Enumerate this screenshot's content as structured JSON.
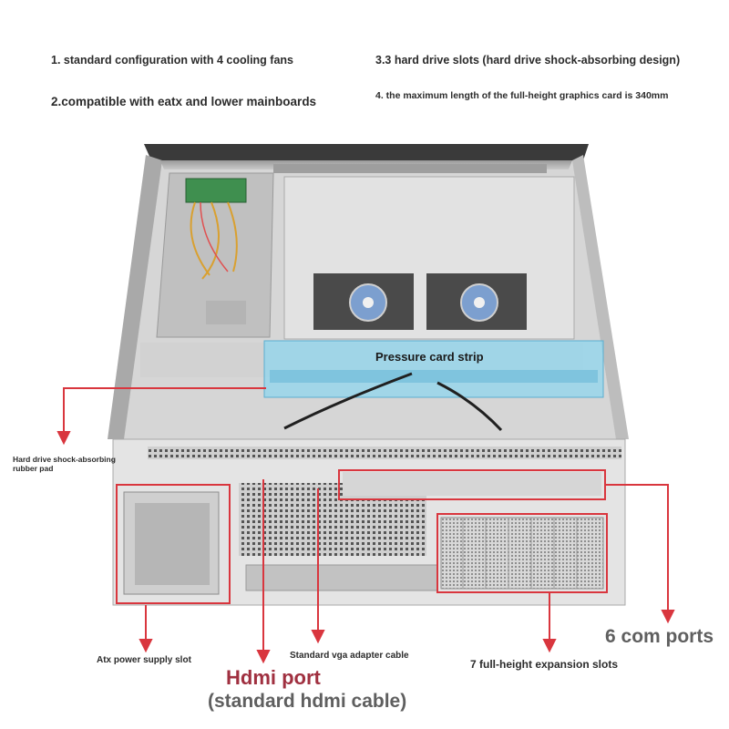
{
  "features": {
    "f1": "1. standard configuration with 4 cooling fans",
    "f2": "2.compatible with eatx and lower mainboards",
    "f3": "3.3 hard drive slots (hard drive shock-absorbing design)",
    "f4": "4. the maximum length of the full-height graphics card is 340mm"
  },
  "callouts": {
    "pressure_strip": "Pressure card strip",
    "rubber_pad": "Hard drive shock-absorbing rubber pad",
    "atx": "Atx power supply slot",
    "vga": "Standard vga adapter cable",
    "hdmi": "Hdmi port",
    "hdmi_sub": "(standard hdmi cable)",
    "slots": "7 full-height expansion slots",
    "com": "6 com ports"
  },
  "colors": {
    "callout_red": "#d9363e",
    "highlight_cyan": "#8fd6ee",
    "metal_light": "#dcdcdc",
    "metal_mid": "#c4c4c4",
    "metal_dark": "#8c8c8c"
  }
}
